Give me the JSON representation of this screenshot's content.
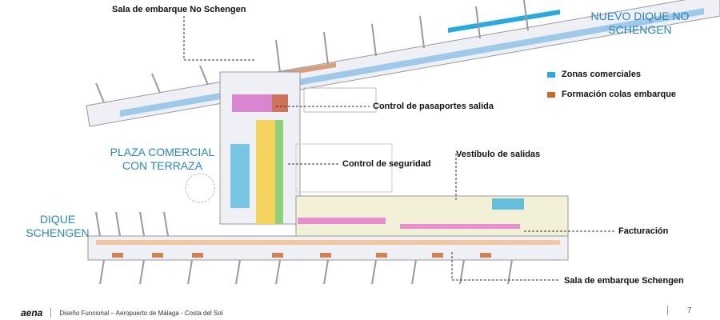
{
  "labels": {
    "sala_no_schengen": "Sala de embarque No Schengen",
    "control_pasaportes": "Control de pasaportes salida",
    "control_seguridad": "Control de seguridad",
    "vestibulo": "Vestíbulo de salidas",
    "facturacion": "Facturación",
    "sala_schengen": "Sala de embarque Schengen"
  },
  "zones": {
    "nuevo_dique_1": "NUEVO DIQUE NO",
    "nuevo_dique_2": "SCHENGEN",
    "plaza_1": "PLAZA COMERCIAL",
    "plaza_2": "CON TERRAZA",
    "dique_1": "DIQUE",
    "dique_2": "SCHENGEN"
  },
  "legend": [
    {
      "label": "Zonas comerciales",
      "color": "#29a9dc"
    },
    {
      "label": "Formación colas embarque",
      "color": "#c8692a"
    }
  ],
  "footer": {
    "logo": "aena",
    "title": "Diseño Funcional – Aeropuerto de Málaga - Costa del Sol",
    "page": "7"
  }
}
